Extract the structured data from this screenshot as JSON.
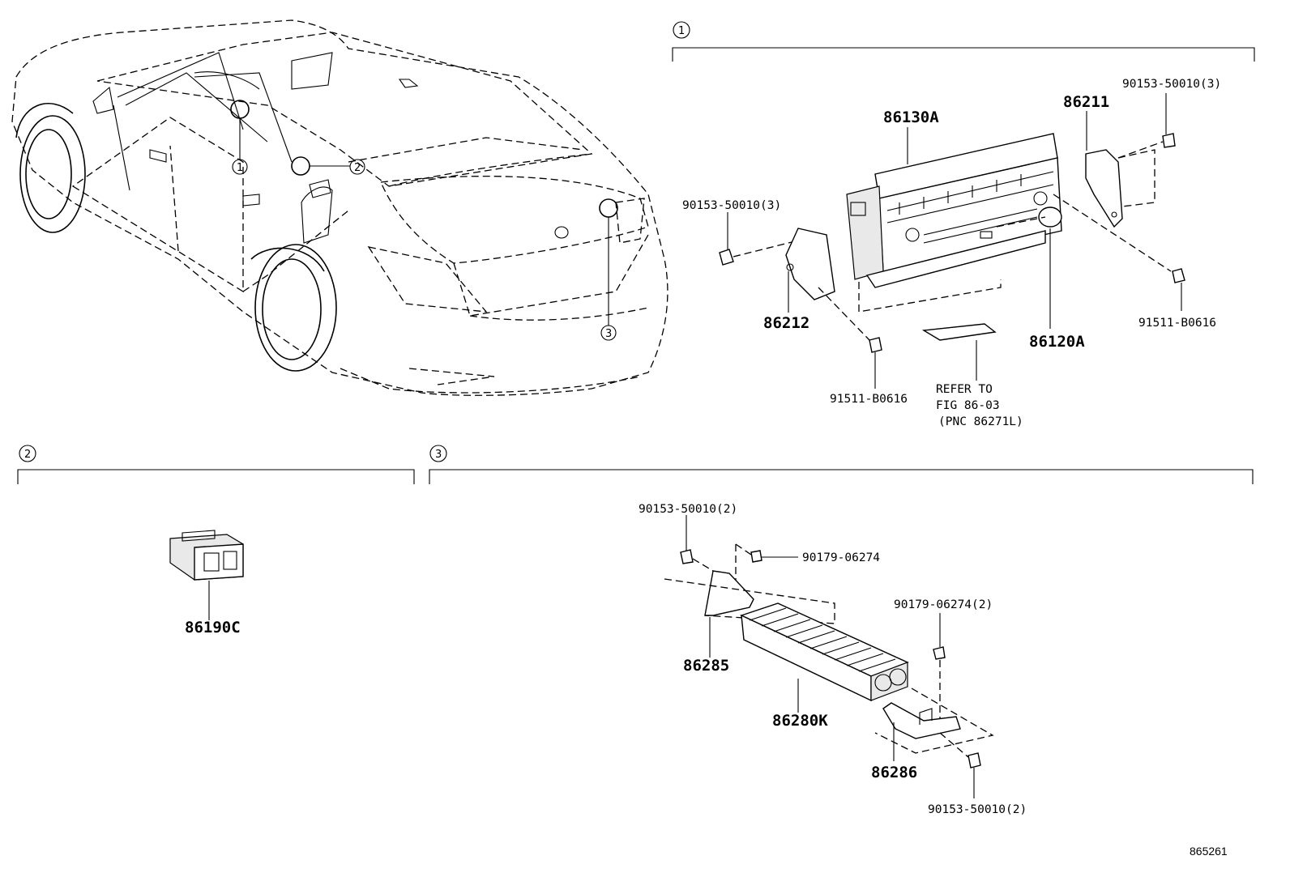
{
  "diagram": {
    "section_markers": [
      "1",
      "2",
      "3"
    ],
    "car_callouts": [
      "1",
      "2",
      "3"
    ],
    "section1": {
      "parts": {
        "p86130A": "86130A",
        "p86211": "86211",
        "p86212": "86212",
        "p86120A": "86120A",
        "bolt_top_right": "90153-50010(3)",
        "bolt_left": "90153-50010(3)",
        "screw_right": "91511-B0616",
        "screw_bottom": "91511-B0616"
      },
      "refer_note": [
        "REFER TO",
        "FIG 86-03",
        "(PNC 86271L)"
      ]
    },
    "section2": {
      "parts": {
        "p86190C": "86190C"
      }
    },
    "section3": {
      "parts": {
        "bolt_top": "90153-50010(2)",
        "nut_top": "90179-06274",
        "nut_right": "90179-06274(2)",
        "bolt_bottom": "90153-50010(2)",
        "p86285": "86285",
        "p86280K": "86280K",
        "p86286": "86286"
      }
    },
    "figure_id": "865261"
  }
}
